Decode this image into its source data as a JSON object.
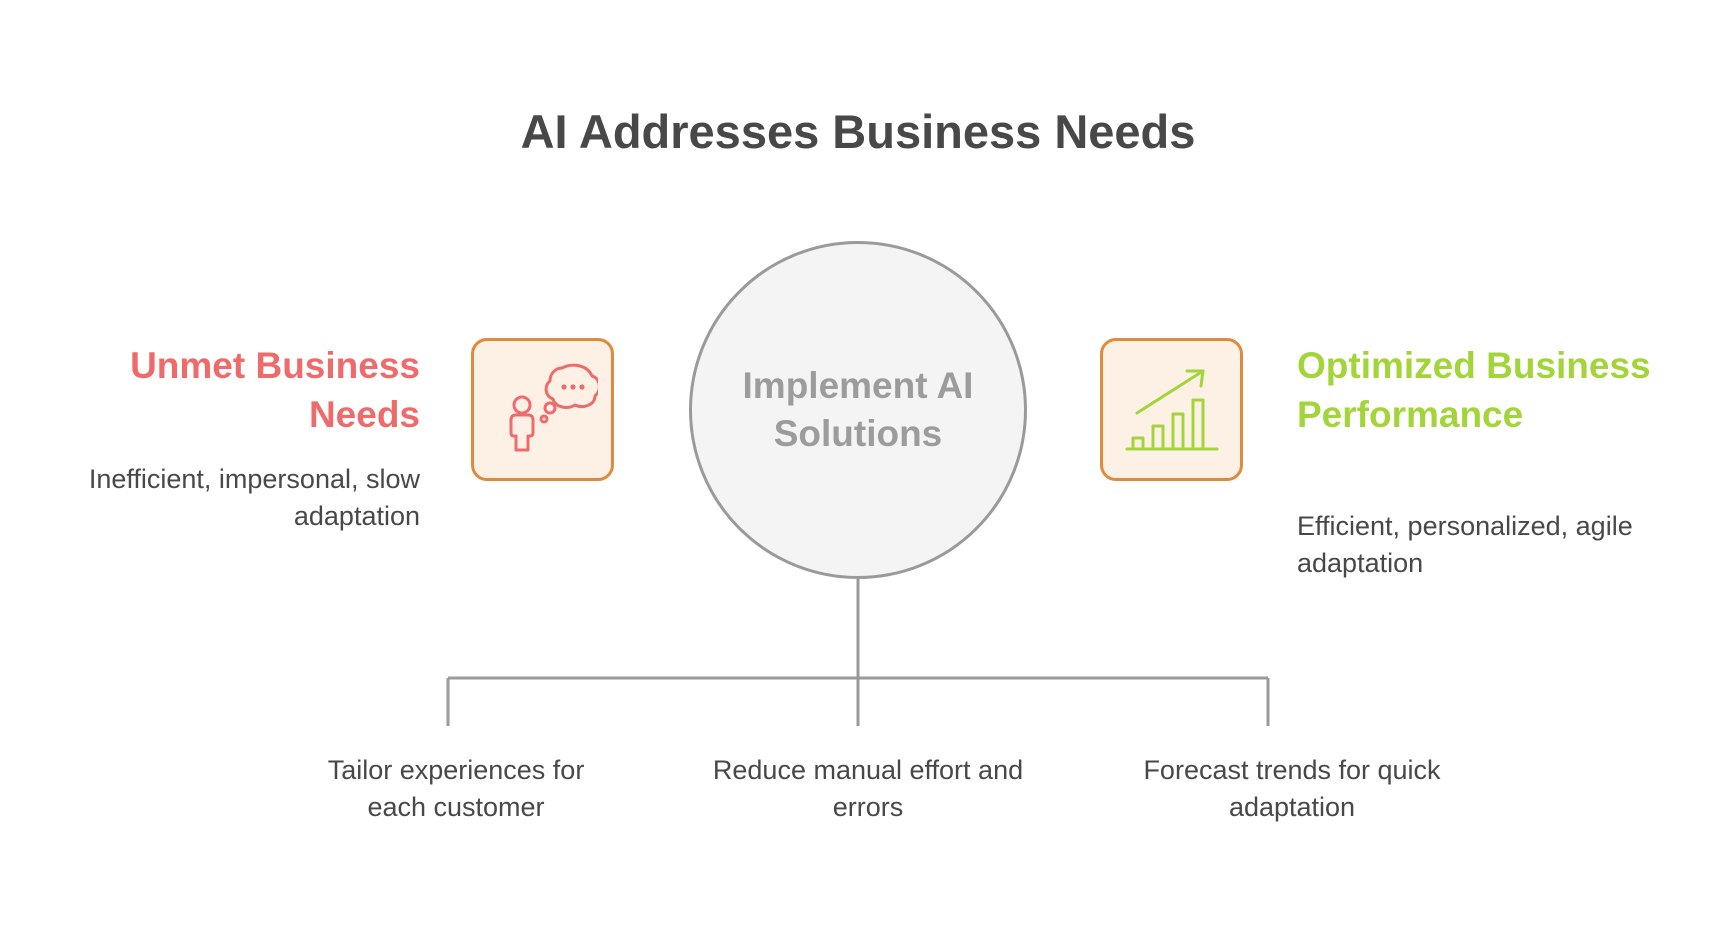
{
  "title": "AI Addresses Business Needs",
  "left": {
    "heading": "Unmet Business Needs",
    "description": "Inefficient, impersonal, slow adaptation",
    "icon": "person-thinking-icon"
  },
  "center": {
    "label": "Implement AI Solutions"
  },
  "right": {
    "heading": "Optimized Business Performance",
    "description": "Efficient, personalized, agile adaptation",
    "icon": "growth-chart-icon"
  },
  "branches": [
    {
      "label": "Tailor experiences for each customer"
    },
    {
      "label": "Reduce manual effort and errors"
    },
    {
      "label": "Forecast trends for quick adaptation"
    }
  ],
  "colors": {
    "title": "#484848",
    "left_accent": "#ef6b6b",
    "right_accent": "#a3d53b",
    "icon_border": "#e08a3d",
    "icon_fill": "#fdf1e6",
    "circle_border": "#9a9a9a",
    "circle_fill": "#f4f4f4",
    "connector": "#9a9a9a"
  }
}
